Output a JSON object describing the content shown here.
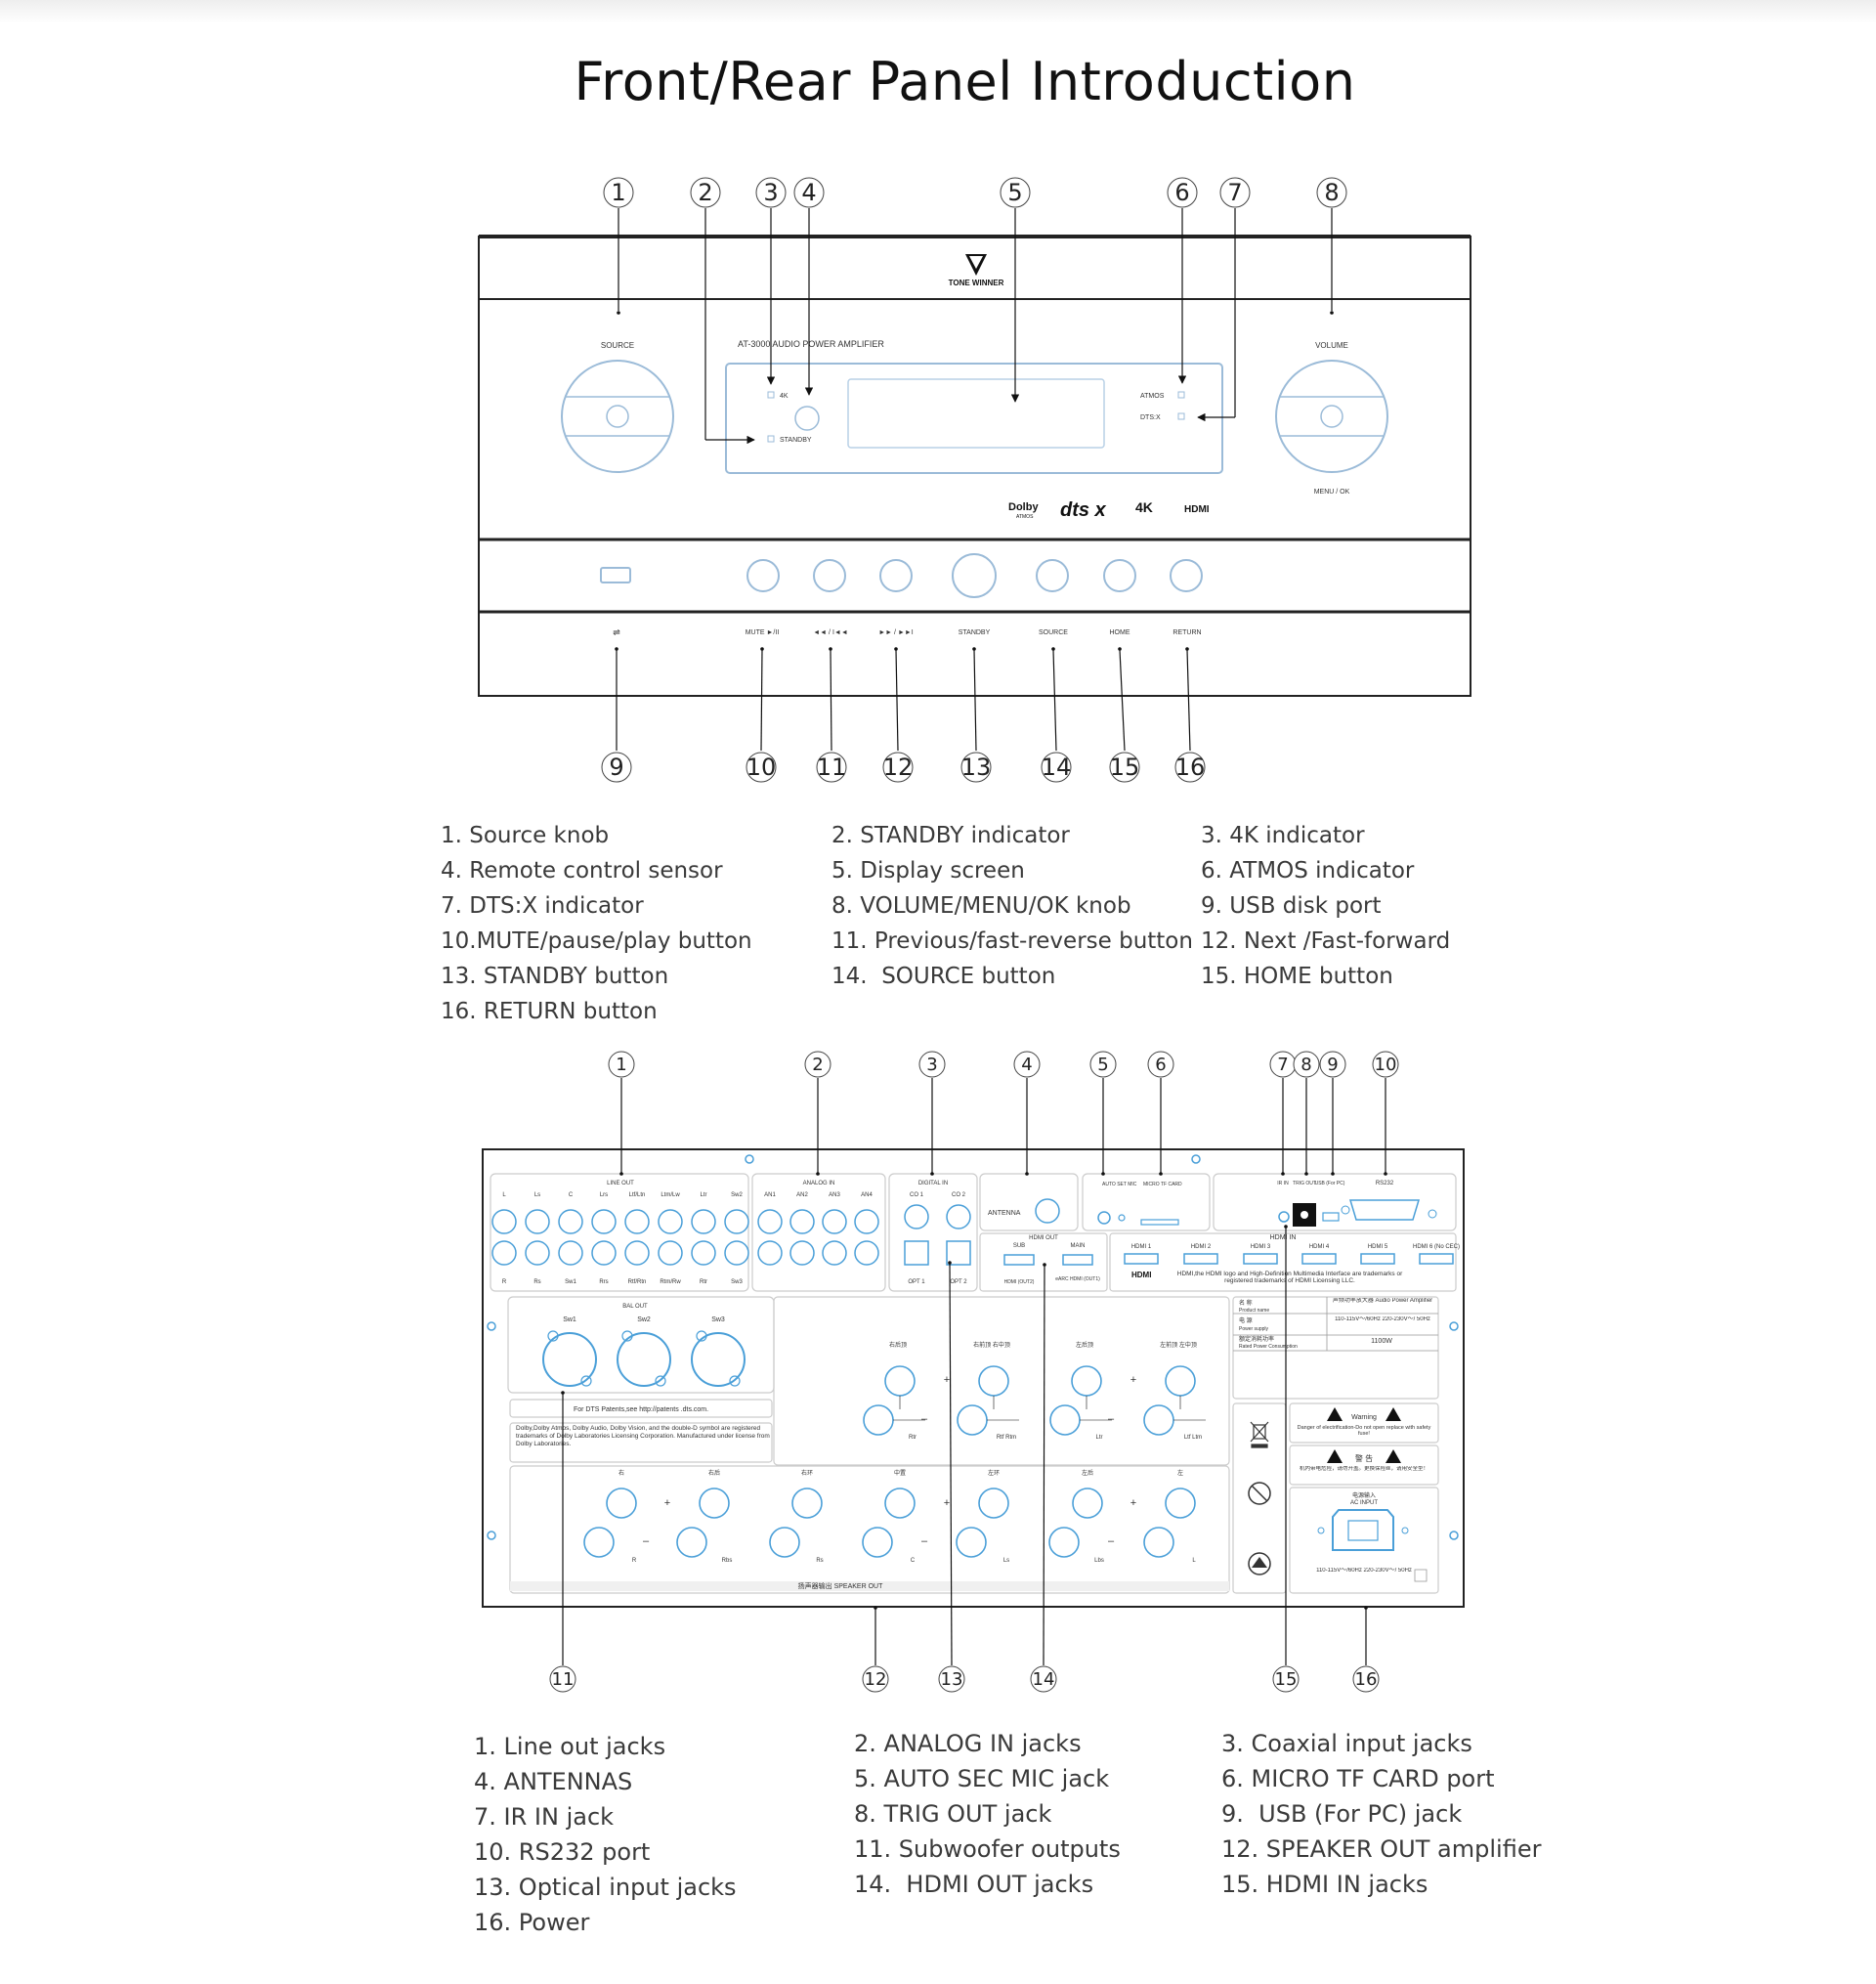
{
  "title": "Front/Rear  Panel Introduction",
  "colors": {
    "line": "#222222",
    "accent": "#4a9fd8",
    "label": "#3a3a3a"
  },
  "front": {
    "brand": "TONE WINNER",
    "model": "AT-3000 AUDIO POWER AMPLIFIER",
    "source_label": "SOURCE",
    "volume_label": "VOLUME",
    "menu_ok_label": "MENU / OK",
    "ind_4k": "4K",
    "ind_standby": "STANDBY",
    "ind_atmos": "ATMOS",
    "ind_dtsx": "DTS:X",
    "logo_dolby": "Dolby",
    "logo_dolby_sub": "ATMOS",
    "logo_dts": "dts x",
    "logo_4k": "4K",
    "logo_hdmi": "HDMI",
    "btn_mute": "MUTE  ►/II",
    "btn_prev": "◄◄ / I◄◄",
    "btn_next": "►► / ►►I",
    "btn_standby": "STANDBY",
    "btn_source": "SOURCE",
    "btn_home": "HOME",
    "btn_return": "RETURN",
    "callouts_top": [
      "1",
      "2",
      "3",
      "4",
      "5",
      "6",
      "7",
      "8"
    ],
    "callouts_bottom": [
      "9",
      "10",
      "11",
      "12",
      "13",
      "14",
      "15",
      "16"
    ]
  },
  "front_legend": {
    "col1": [
      "1. Source knob",
      "4. Remote control sensor",
      "7. DTS:X indicator",
      "10.MUTE/pause/play button",
      "13. STANDBY button",
      "16. RETURN button"
    ],
    "col2": [
      "2. STANDBY indicator",
      "5. Display screen",
      "8. VOLUME/MENU/OK knob",
      "11. Previous/fast-reverse button",
      "14.  SOURCE button"
    ],
    "col3": [
      "3. 4K indicator",
      "6. ATMOS indicator",
      "9. USB disk port",
      "12. Next /Fast-forward",
      "15. HOME button"
    ]
  },
  "rear": {
    "callouts_top": [
      "1",
      "2",
      "3",
      "4",
      "5",
      "6",
      "7",
      "8",
      "9",
      "10"
    ],
    "callouts_bottom": [
      "11",
      "12",
      "13",
      "14",
      "15",
      "16"
    ],
    "line_out": "LINE OUT",
    "line_out_cols": [
      "L",
      "Ls",
      "C",
      "Lrs",
      "Ltf/Ltn",
      "Ltm/Lw",
      "Ltr",
      "Sw2"
    ],
    "line_out_cols2": [
      "R",
      "Rs",
      "Sw1",
      "Rrs",
      "Rtf/Rtn",
      "Rtm/Rw",
      "Rtr",
      "Sw3"
    ],
    "analog_in": "ANALOG IN",
    "analog_cols": [
      "AN1",
      "AN2",
      "AN3",
      "AN4"
    ],
    "digital_in": "DIGITAL IN",
    "coax_cols": [
      "CO 1",
      "CO 2"
    ],
    "opt_cols": [
      "OPT 1",
      "OPT 2"
    ],
    "antenna": "ANTENNA",
    "auto_mic": "AUTO SET MIC",
    "micro_tf": "MICRO TF CARD",
    "ir_in": "IR IN",
    "trig_out": "TRIG OUT",
    "usb": "USB (For PC)",
    "rs232": "RS232",
    "hdmi_out": "HDMI  OUT",
    "hdmi_out_cols": [
      "SUB",
      "MAIN"
    ],
    "hdmi_out_sub": [
      "HDMI (OUT2)",
      "eARC HDMI (OUT1)"
    ],
    "hdmi_in": "HDMI  IN",
    "hdmi_in_cols": [
      "HDMI 1",
      "HDMI 2",
      "HDMI 3",
      "HDMI 4",
      "HDMI 5",
      "HDMI 6 (No CEC)"
    ],
    "hdmi_note": "HDMI,the HDMI logo and High-Definition Multimedia Interface are trademarks or registered trademarks of HDMI Licensing LLC.",
    "bal_out": "BAL OUT",
    "bal_cols": [
      "Sw1",
      "Sw2",
      "Sw3"
    ],
    "dts_note": "For DTS Patents,see http://patents .dts.com.",
    "dolby_note": "Dolby,Dolby  Atmos, Dolby Audio, Dolby Vision, and the double-D symbol are registered trademarks of Dolby Laboratories Licensing Corporation. Manufactured under license from Dolby Laboratories.",
    "spk_top_cn": [
      "右后顶",
      "右前顶 右中顶",
      "左后顶",
      "左前顶 左中顶"
    ],
    "spk_top_en": [
      "Rtr",
      "Rtf  Rtm",
      "Ltr",
      "Ltf  Ltm"
    ],
    "spk_bot_cn": [
      "右",
      "右后",
      "右环",
      "中置",
      "左环",
      "左后",
      "左"
    ],
    "spk_bot_en": [
      "R",
      "Rbs",
      "Rs",
      "C",
      "Ls",
      "Lbs",
      "L"
    ],
    "speaker_out": "扬声器输出   SPEAKER OUT",
    "spec_name_cn": "名 称",
    "spec_name_en": "Product name",
    "spec_name_val": "声频功率放大器 Audio Power Amplifier",
    "spec_power_cn": "电 源",
    "spec_power_en": "Power supply",
    "spec_power_val": "110-115V～/60Hz 220-230V～/ 50Hz",
    "spec_cons_cn": "额定消耗功率",
    "spec_cons_en": "Rated  Power Consumption",
    "spec_cons_val": "1100W",
    "warning": "Warning",
    "warning_text": "Danger of electrification-Do not open replace with safety fuse!",
    "warning_cn": "警 告",
    "warning_cn_text": "机内带电危险，请勿开盖。更换保险丝，请用安全型！",
    "ac_input_cn": "电源输入",
    "ac_input": "AC INPUT",
    "ac_spec": "110-115V～/60Hz 220-230V～/ 50Hz"
  },
  "rear_legend": {
    "col1": [
      "1. Line out jacks",
      "4. ANTENNAS",
      "7. IR IN jack",
      "10. RS232 port",
      "13. Optical input jacks",
      "16. Power"
    ],
    "col2": [
      "2. ANALOG IN jacks",
      "5. AUTO SEC MIC jack",
      "8. TRIG OUT jack",
      "11. Subwoofer outputs",
      "14.  HDMI OUT jacks"
    ],
    "col3": [
      "3. Coaxial input jacks",
      "6. MICRO TF CARD port",
      "9.  USB (For PC) jack",
      "12. SPEAKER OUT amplifier",
      "15. HDMI IN jacks"
    ]
  }
}
